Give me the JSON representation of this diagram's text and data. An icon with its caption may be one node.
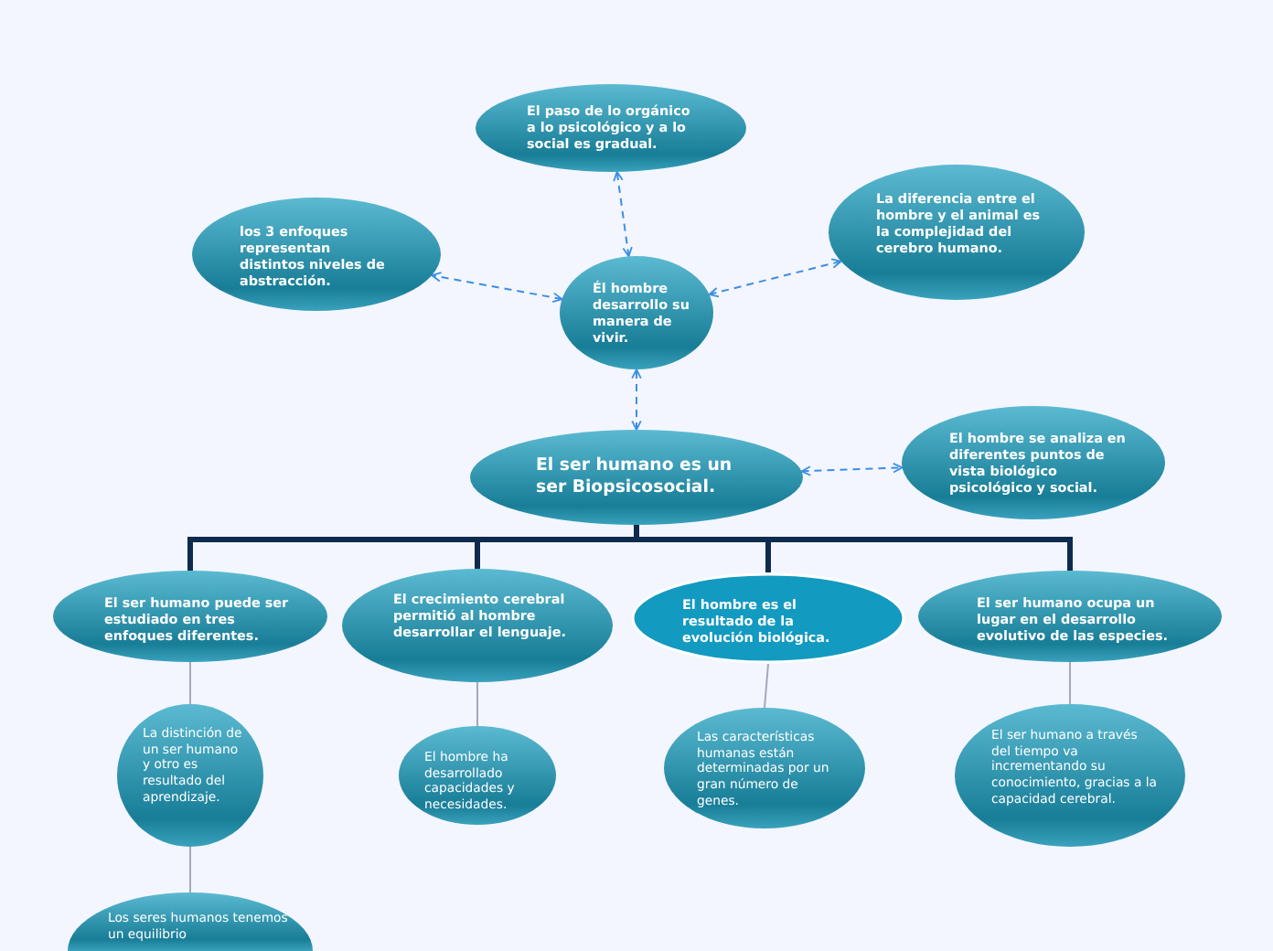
{
  "diagram": {
    "nodes": [
      {
        "text": [
          "El paso de lo orgánico a lo psicológico y a lo social es gradual."
        ]
      },
      {
        "text": [
          "los 3 enfoques representan distintos niveles de abstracción."
        ]
      },
      {
        "text": [
          "La diferencia entre el hombre y el animal es la complejidad del cerebro humano."
        ]
      },
      {
        "text": [
          "Él hombre desarrollo su manera de vivir."
        ]
      },
      {
        "text": [
          "El ser humano es un ser Biopsicosocial."
        ]
      },
      {
        "text": [
          "El hombre se analiza en diferentes puntos de vista biológico psicológico y social."
        ]
      },
      {
        "text": [
          "El ser humano puede ser estudiado en tres enfoques diferentes."
        ]
      },
      {
        "text": [
          "El crecimiento cerebral permitió al hombre desarrollar el lenguaje."
        ]
      },
      {
        "text": [
          "El hombre es el resultado de la evolución biológica."
        ]
      },
      {
        "text": [
          "El ser humano ocupa un lugar en el desarrollo evolutivo de las especies."
        ]
      },
      {
        "text": [
          "La distinción de un ser humano y otro es resultado del aprendizaje."
        ]
      },
      {
        "text": [
          "El hombre ha desarrollado capacidades y necesidades."
        ]
      },
      {
        "text": [
          "Las características humanas están determinadas por un gran número de genes."
        ]
      },
      {
        "text": [
          "El ser humano a través del tiempo va incrementando su conocimiento, gracias a la capacidad cerebral."
        ]
      },
      {
        "text": [
          "Los seres humanos tenemos un equilibrio"
        ]
      }
    ],
    "edges": [
      {
        "from": 3,
        "to": 0,
        "arrow": "both",
        "style": "dashed",
        "color": "#3b8ee6"
      },
      {
        "from": 3,
        "to": 1,
        "arrow": "both",
        "style": "dashed",
        "color": "#3b8ee6"
      },
      {
        "from": 3,
        "to": 2,
        "arrow": "both",
        "style": "dashed",
        "color": "#3b8ee6"
      },
      {
        "from": 4,
        "to": 3,
        "arrow": "both",
        "style": "dashed",
        "color": "#3b8ee6"
      },
      {
        "from": 4,
        "to": 5,
        "arrow": "both",
        "style": "dashed",
        "color": "#3b8ee6"
      },
      {
        "from": 4,
        "to": 6,
        "arrow": "none",
        "style": "thick",
        "color": "#0e2b4e"
      },
      {
        "from": 4,
        "to": 7,
        "arrow": "none",
        "style": "thick",
        "color": "#0e2b4e"
      },
      {
        "from": 4,
        "to": 8,
        "arrow": "none",
        "style": "thick",
        "color": "#0e2b4e"
      },
      {
        "from": 4,
        "to": 9,
        "arrow": "none",
        "style": "thick",
        "color": "#0e2b4e"
      },
      {
        "from": 6,
        "to": 10,
        "arrow": "none",
        "color": "#a3a9bd"
      },
      {
        "from": 10,
        "to": 14,
        "arrow": "none",
        "color": "#a3a9bd"
      },
      {
        "from": 7,
        "to": 11,
        "arrow": "none",
        "color": "#a3a9bd"
      },
      {
        "from": 8,
        "to": 12,
        "arrow": "none",
        "color": "#a3a9bd"
      },
      {
        "from": 9,
        "to": 13,
        "arrow": "none",
        "color": "#a3a9bd"
      }
    ]
  }
}
